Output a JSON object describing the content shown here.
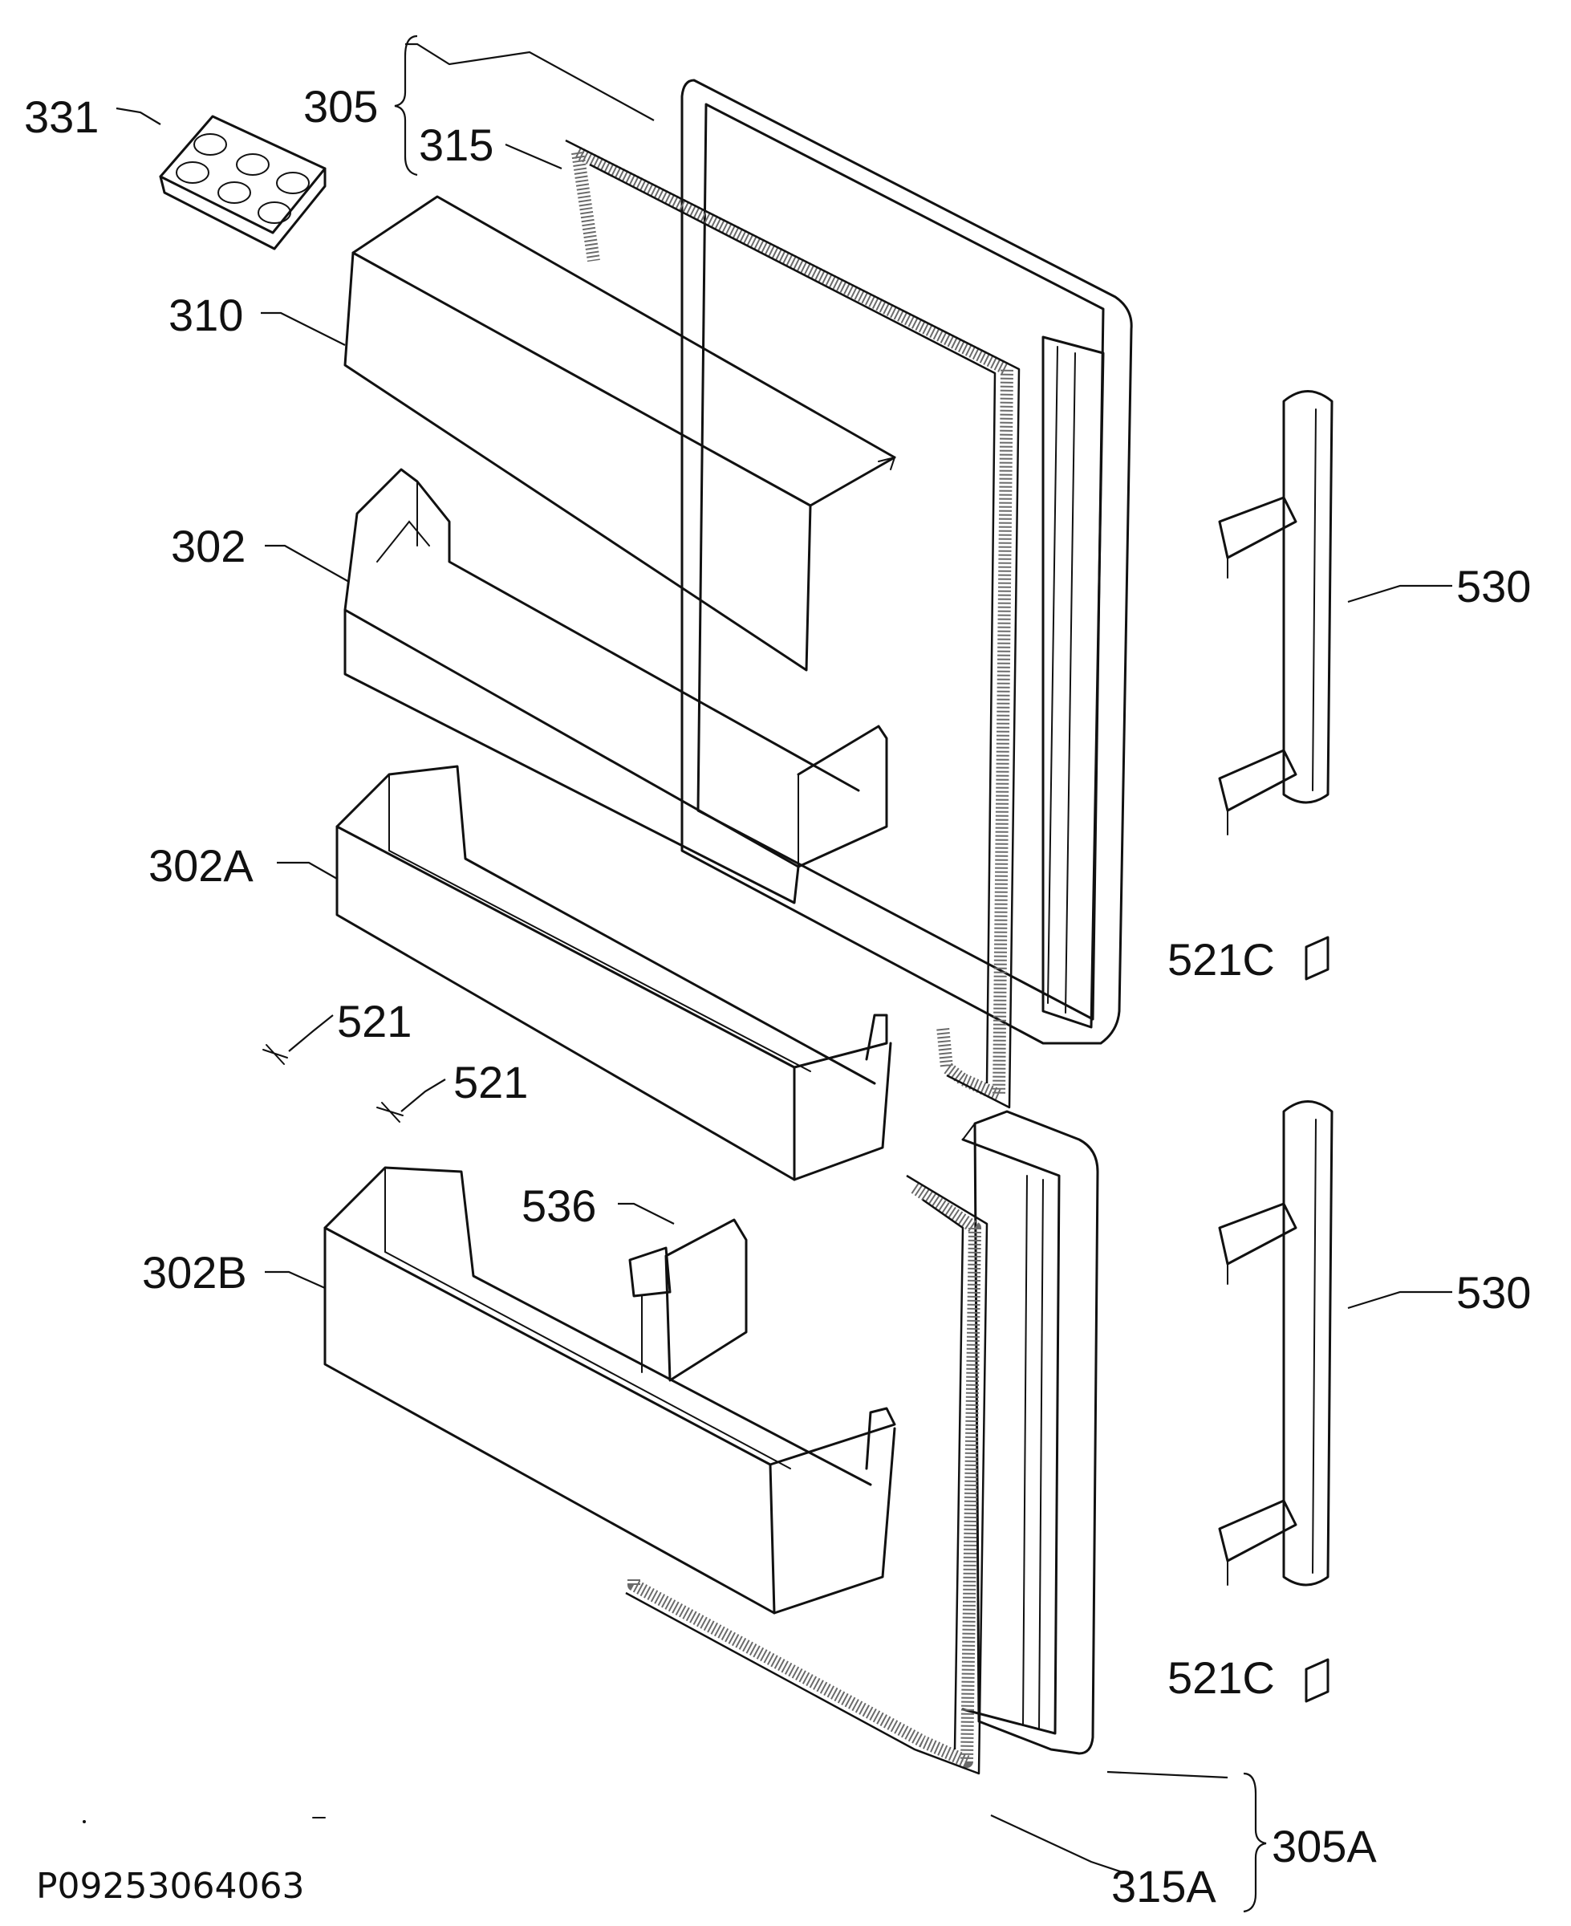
{
  "labels": {
    "l331": "331",
    "l305": "305",
    "l315": "315",
    "l310": "310",
    "l302": "302",
    "l302A": "302A",
    "l521a": "521",
    "l521b": "521",
    "l536": "536",
    "l302B": "302B",
    "l530a": "530",
    "l530b": "530",
    "l521Ca": "521C",
    "l521Cb": "521C",
    "l305A": "305A",
    "l315A": "315A"
  },
  "drawing_code": "P09253064063"
}
